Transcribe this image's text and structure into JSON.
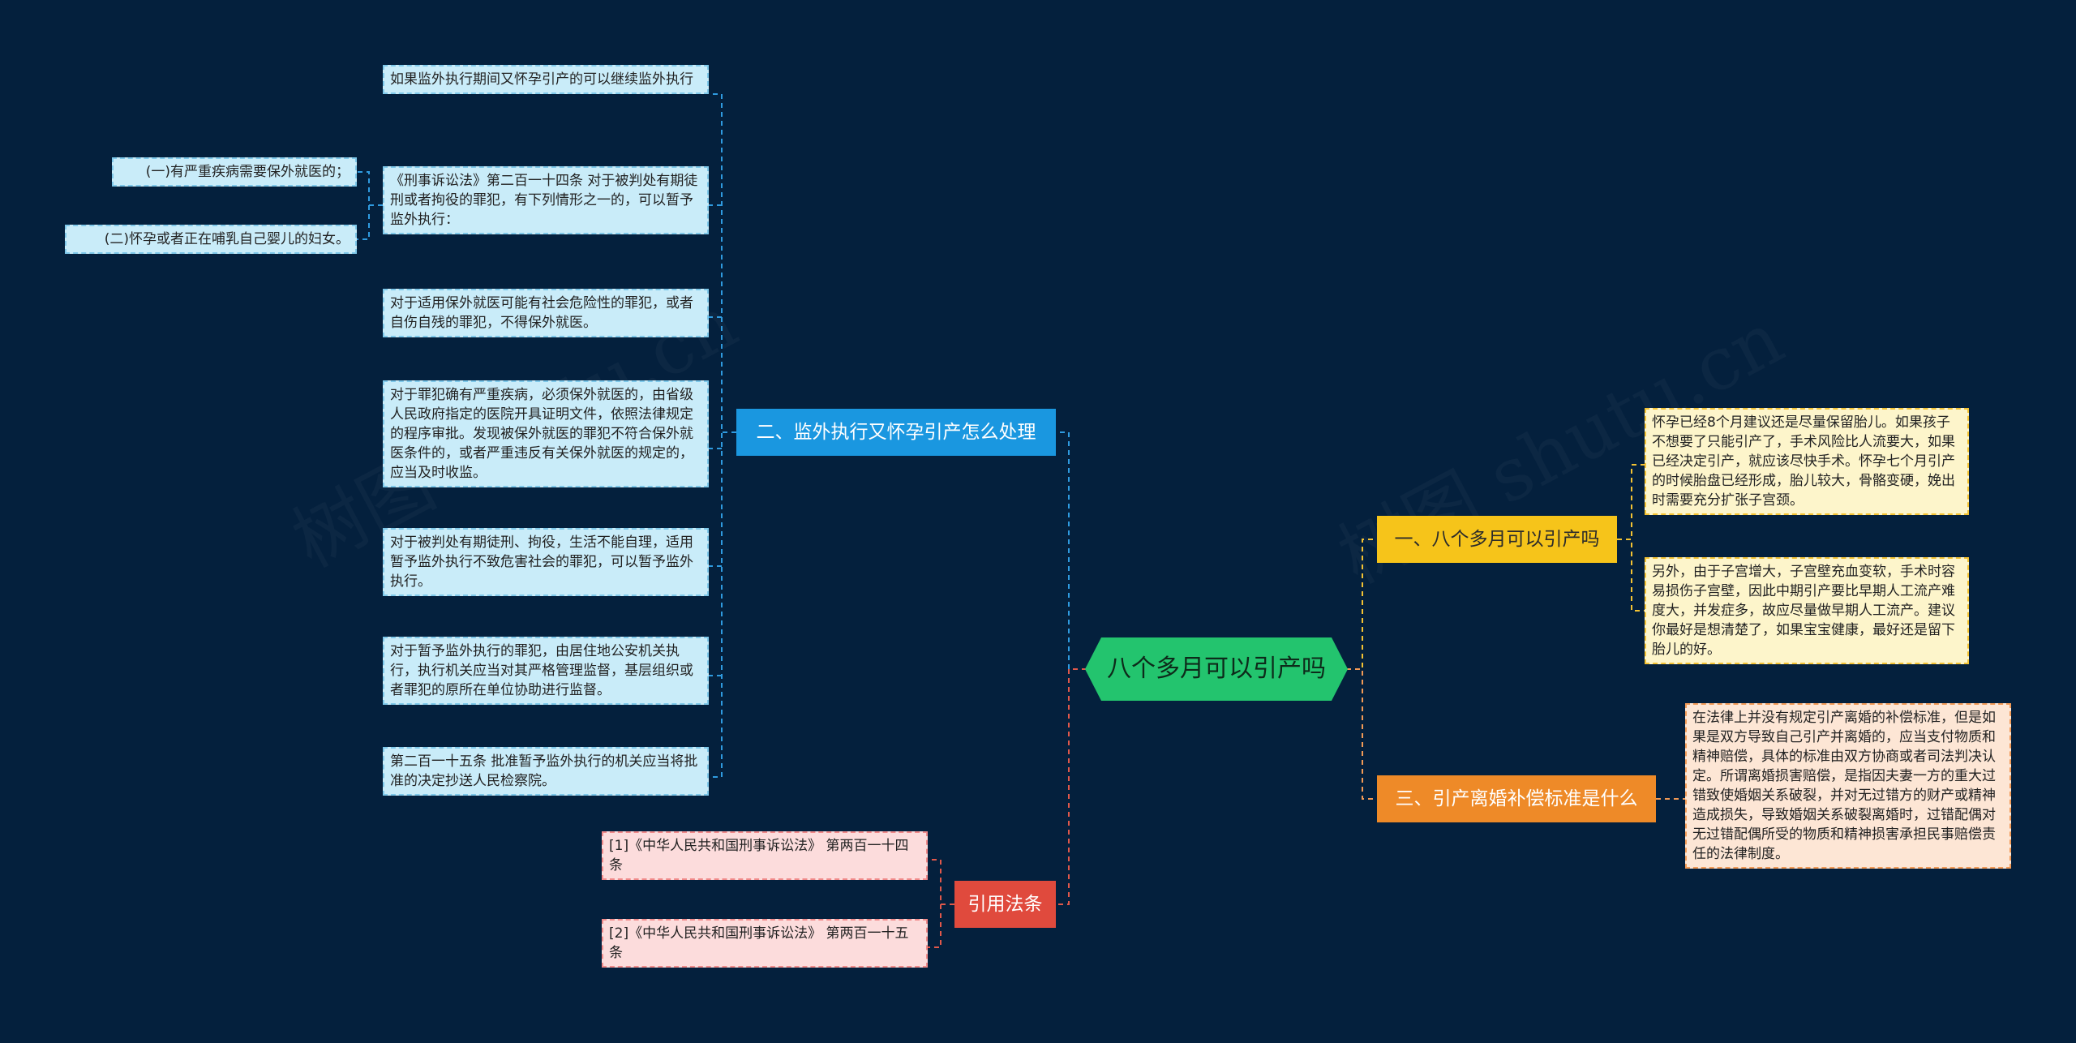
{
  "root": {
    "label": "八个多月可以引产吗"
  },
  "branches": {
    "b1": {
      "label": "一、八个多月可以引产吗"
    },
    "b2": {
      "label": "二、监外执行又怀孕引产怎么处理"
    },
    "b3": {
      "label": "三、引产离婚补偿标准是什么"
    },
    "b4": {
      "label": "引用法条"
    }
  },
  "leaves": {
    "b1_1": "怀孕已经8个月建议还是尽量保留胎儿。如果孩子不想要了只能引产了，手术风险比人流要大，如果已经决定引产，就应该尽快手术。怀孕七个月引产的时候胎盘已经形成，胎儿较大，骨骼变硬，娩出时需要充分扩张子宫颈。",
    "b1_2": "另外，由于子宫增大，子宫壁充血变软，手术时容易损伤子宫壁，因此中期引产要比早期人工流产难度大，并发症多，故应尽量做早期人工流产。建议你最好是想清楚了，如果宝宝健康，最好还是留下胎儿的好。",
    "b3_1": "在法律上并没有规定引产离婚的补偿标准，但是如果是双方导致自己引产并离婚的，应当支付物质和精神赔偿，具体的标准由双方协商或者司法判决认定。所谓离婚损害赔偿，是指因夫妻一方的重大过错致使婚姻关系破裂，并对无过错方的财产或精神造成损失，导致婚姻关系破裂离婚时，过错配偶对无过错配偶所受的物质和精神损害承担民事赔偿责任的法律制度。",
    "b2_1": "如果监外执行期间又怀孕引产的可以继续监外执行",
    "b2_2": "《刑事诉讼法》第二百一十四条 对于被判处有期徒刑或者拘役的罪犯，有下列情形之一的，可以暂予监外执行：",
    "b2_2a": "(一)有严重疾病需要保外就医的；",
    "b2_2b": "(二)怀孕或者正在哺乳自己婴儿的妇女。",
    "b2_3": "对于适用保外就医可能有社会危险性的罪犯，或者自伤自残的罪犯，不得保外就医。",
    "b2_4": "对于罪犯确有严重疾病，必须保外就医的，由省级人民政府指定的医院开具证明文件，依照法律规定的程序审批。发现被保外就医的罪犯不符合保外就医条件的，或者严重违反有关保外就医的规定的，应当及时收监。",
    "b2_5": "对于被判处有期徒刑、拘役，生活不能自理，适用暂予监外执行不致危害社会的罪犯，可以暂予监外执行。",
    "b2_6": "对于暂予监外执行的罪犯，由居住地公安机关执行，执行机关应当对其严格管理监督，基层组织或者罪犯的原所在单位协助进行监督。",
    "b2_7": "第二百一十五条 批准暂予监外执行的机关应当将批准的决定抄送人民检察院。",
    "b4_1": "[1]《中华人民共和国刑事诉讼法》 第两百一十四条",
    "b4_2": "[2]《中华人民共和国刑事诉讼法》 第两百一十五条"
  },
  "watermarks": [
    "树图 shutu.cn",
    "树图 shutu.cn"
  ],
  "colors": {
    "background": "#04203d",
    "root": "#23c46e",
    "branch_blue": "#1a97e0",
    "branch_yellow": "#f6c41a",
    "branch_orange": "#ee8a28",
    "branch_red": "#e04a3d"
  }
}
